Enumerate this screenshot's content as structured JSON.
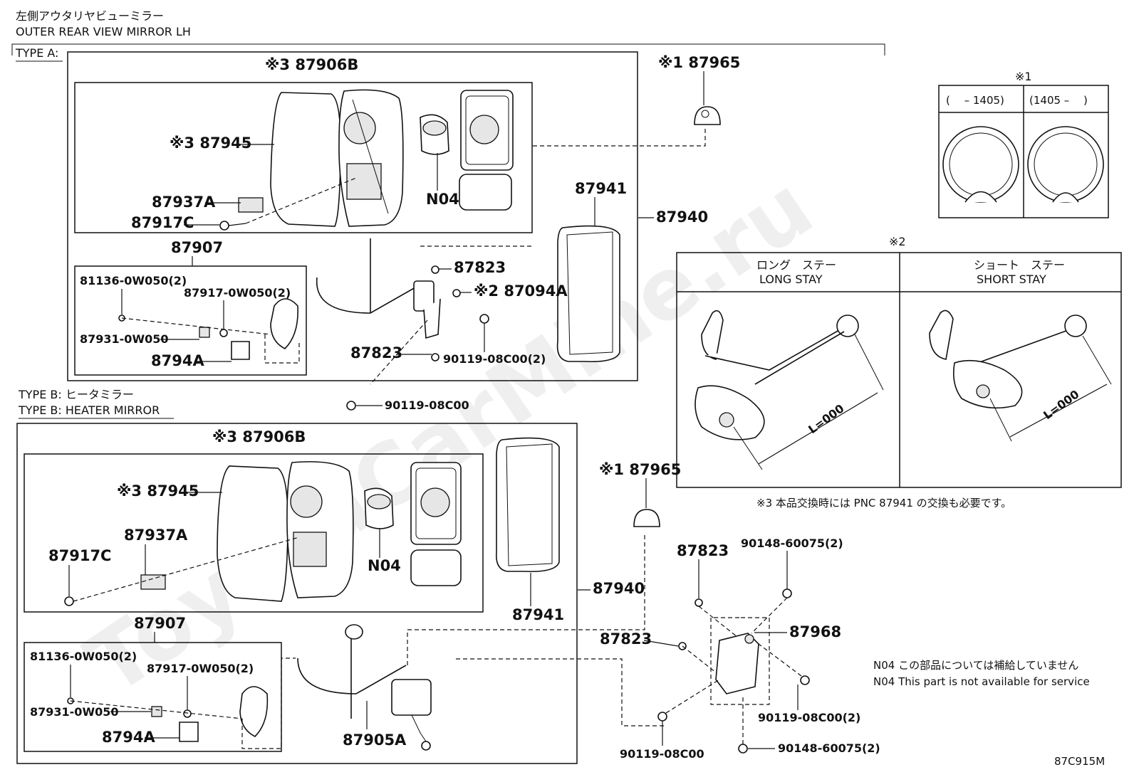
{
  "title": {
    "jp": "左側アウタリヤビューミラー",
    "en": "OUTER REAR VIEW MIRROR LH"
  },
  "watermark": "ToyotaCarMine.ru",
  "type_a": {
    "label": "TYPE A:",
    "parts": {
      "p87906B": "※3 87906B",
      "p87945": "※3 87945",
      "p87937A": "87937A",
      "p87917C": "87917C",
      "pN04": "N04",
      "p87941": "87941",
      "p87940": "87940",
      "p87907": "87907",
      "p81136": "81136-0W050(2)",
      "p87917": "87917-0W050(2)",
      "p87931": "87931-0W050",
      "p8794A": "8794A",
      "p87823a": "87823",
      "p87094A": "※2 87094A",
      "p87823b": "87823",
      "p90119a": "90119-08C00(2)",
      "p90119b": "90119-08C00",
      "p87965": "※1 87965"
    }
  },
  "type_b": {
    "label_jp": "TYPE B: ヒータミラー",
    "label_en": "TYPE B: HEATER MIRROR",
    "parts": {
      "p87906B": "※3 87906B",
      "p87945": "※3 87945",
      "p87937A": "87937A",
      "p87917C": "87917C",
      "pN04": "N04",
      "p87941": "87941",
      "p87940": "87940",
      "p87907": "87907",
      "p81136": "81136-0W050(2)",
      "p87917": "87917-0W050(2)",
      "p87931": "87931-0W050",
      "p8794A": "8794A",
      "p87905A": "87905A",
      "p87965": "※1 87965",
      "p87823a": "87823",
      "p87823b": "87823",
      "p90148a": "90148-60075(2)",
      "p87968": "87968",
      "p90119a": "90119-08C00(2)",
      "p90119b": "90119-08C00",
      "p90148b": "90148-60075(2)"
    }
  },
  "detail1": {
    "mark": "※1",
    "col_left": "(　 – 1405)",
    "col_right": "(1405 –　 )"
  },
  "detail2": {
    "mark": "※2",
    "long_jp": "ロング　ステー",
    "long_en": "LONG STAY",
    "short_jp": "ショート　ステー",
    "short_en": "SHORT STAY",
    "dim": "L=000"
  },
  "notes": {
    "note3": "※3 本品交換時には PNC 87941 の交換も必要です。",
    "n04_jp": "N04 この部品については補給していません",
    "n04_en": "N04 This part is not available for service"
  },
  "figure_code": "87C915M"
}
